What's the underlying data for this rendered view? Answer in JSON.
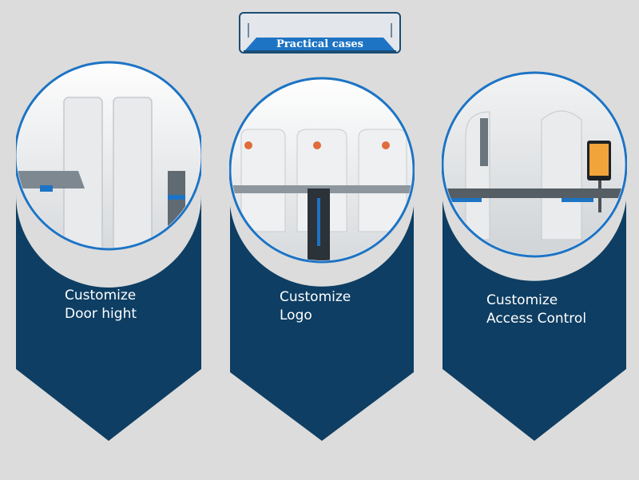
{
  "header": {
    "title": "Practical cases"
  },
  "cases": [
    {
      "line1": "Customize",
      "line2": "Door hight",
      "icon": "door-height-photo"
    },
    {
      "line1": "Customize",
      "line2": "Logo",
      "icon": "logo-gate-photo"
    },
    {
      "line1": "Customize",
      "line2": "Access Control",
      "icon": "access-control-photo"
    }
  ],
  "colors": {
    "navy": "#0e3e63",
    "accent": "#1d74c4",
    "border": "#1b4d75",
    "background": "#dcdcdc"
  }
}
